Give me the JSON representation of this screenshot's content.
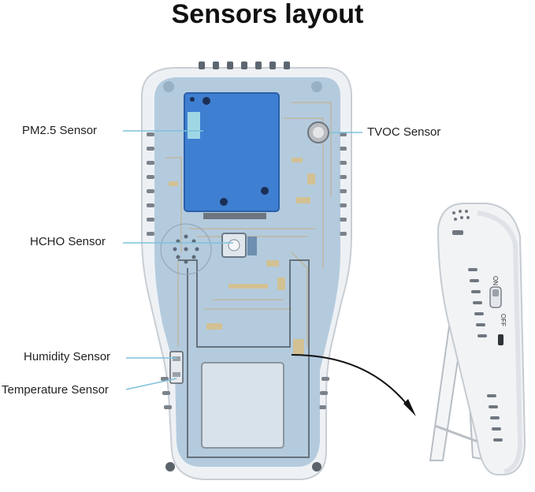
{
  "title": "Sensors layout",
  "labels": {
    "pm25": "PM2.5 Sensor",
    "tvoc": "TVOC Sensor",
    "hcho": "HCHO Sensor",
    "humidity": "Humidity Sensor",
    "temperature": "Temperature Sensor"
  },
  "side_device": {
    "switch_on": "ON",
    "switch_off": "OFF"
  },
  "colors": {
    "board": "#a9c4d9",
    "pm_module": "#3f7fd1",
    "device_body": "#eef1f4",
    "accent_line": "#7fc2dc"
  }
}
